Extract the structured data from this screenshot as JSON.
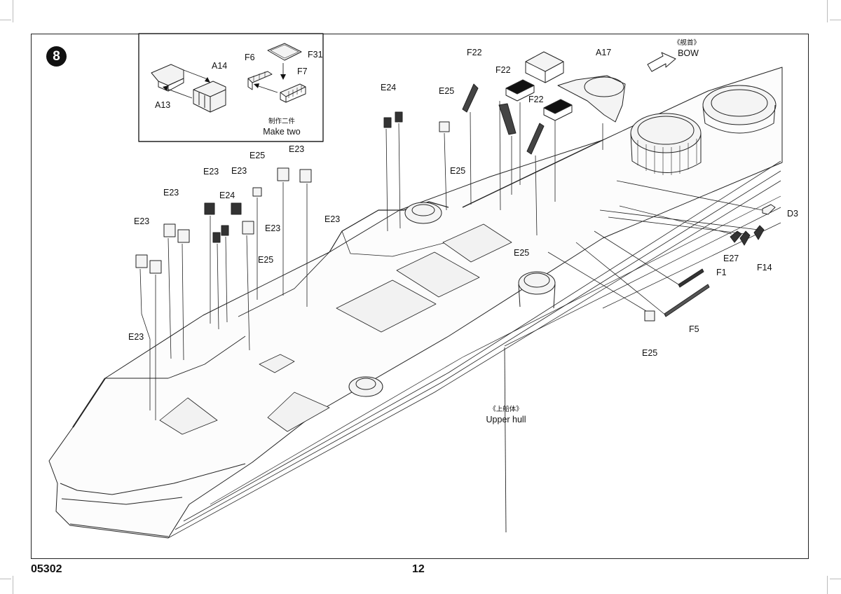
{
  "step": {
    "number": "8"
  },
  "inset": {
    "labels": {
      "a14": "A14",
      "a13": "A13",
      "f6": "F6",
      "f31": "F31",
      "f7": "F7"
    },
    "note_cn": "制作二件",
    "note_en": "Make two"
  },
  "bow": {
    "cn": "《舰首》",
    "en": "BOW"
  },
  "hull": {
    "cn": "《上船体》",
    "en": "Upper hull"
  },
  "parts": {
    "e23": "E23",
    "e24": "E24",
    "e25": "E25",
    "e27": "E27",
    "f22": "F22",
    "a17": "A17",
    "d3": "D3",
    "f1": "F1",
    "f14": "F14",
    "f5": "F5"
  },
  "footer": {
    "code": "05302",
    "page": "12"
  }
}
